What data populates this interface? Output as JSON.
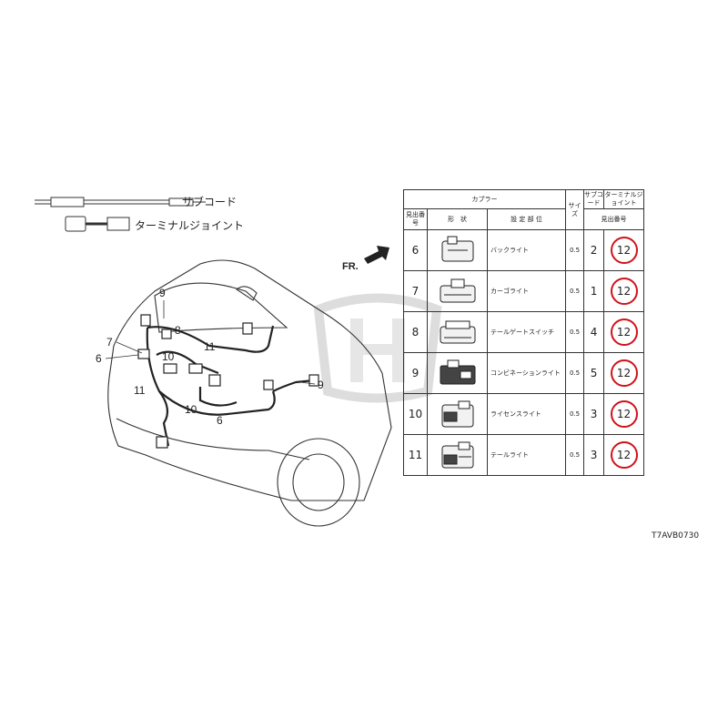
{
  "legend": {
    "sub_cord": "サブコード",
    "terminal_joint": "ターミナルジョイント"
  },
  "arrow_label": "FR.",
  "table": {
    "header": {
      "coupler": "カプラー",
      "index_no": "見出番号",
      "shape": "形　状",
      "location": "設 定 部 位",
      "size": "サイズ",
      "sub_cord": "サブコード",
      "terminal_joint": "ターミナルジョイント",
      "index_no2": "見出番号"
    },
    "rows": [
      {
        "no": "6",
        "location": "バックライト",
        "size": "0.5",
        "sub": "2",
        "joint": "12"
      },
      {
        "no": "7",
        "location": "カーゴライト",
        "size": "0.5",
        "sub": "1",
        "joint": "12"
      },
      {
        "no": "8",
        "location": "テールゲートスイッチ",
        "size": "0.5",
        "sub": "4",
        "joint": "12"
      },
      {
        "no": "9",
        "location": "コンビネーションライト",
        "size": "0.5",
        "sub": "5",
        "joint": "12"
      },
      {
        "no": "10",
        "location": "ライセンスライト",
        "size": "0.5",
        "sub": "3",
        "joint": "12"
      },
      {
        "no": "11",
        "location": "テールライト",
        "size": "0.5",
        "sub": "3",
        "joint": "12"
      }
    ]
  },
  "callouts": {
    "c9a": "9",
    "c8": "8",
    "c7": "7",
    "c11a": "11",
    "c6a": "6",
    "c10a": "10",
    "c11b": "11",
    "c10b": "10",
    "c6b": "6",
    "c9b": "9"
  },
  "diagram_code": "T7AVB0730"
}
